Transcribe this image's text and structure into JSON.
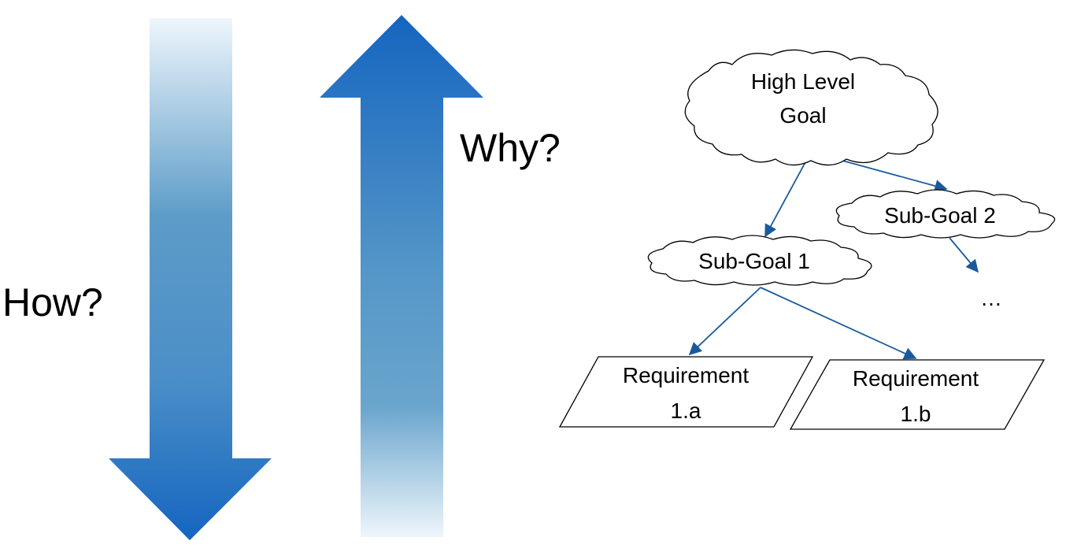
{
  "labels": {
    "how": "How?",
    "why": "Why?"
  },
  "nodes": {
    "high_level_goal": {
      "line1": "High Level",
      "line2": "Goal"
    },
    "sub_goal_1": {
      "label": "Sub-Goal 1"
    },
    "sub_goal_2": {
      "label": "Sub-Goal 2"
    },
    "ellipsis": {
      "label": "…"
    },
    "requirement_1a": {
      "line1": "Requirement",
      "line2": "1.a"
    },
    "requirement_1b": {
      "line1": "Requirement",
      "line2": "1.b"
    }
  },
  "colors": {
    "arrow_dark": "#1565c0",
    "arrow_mid": "#5b9bc9",
    "arrow_light": "#eef6fc",
    "connector": "#1a5a9c"
  }
}
